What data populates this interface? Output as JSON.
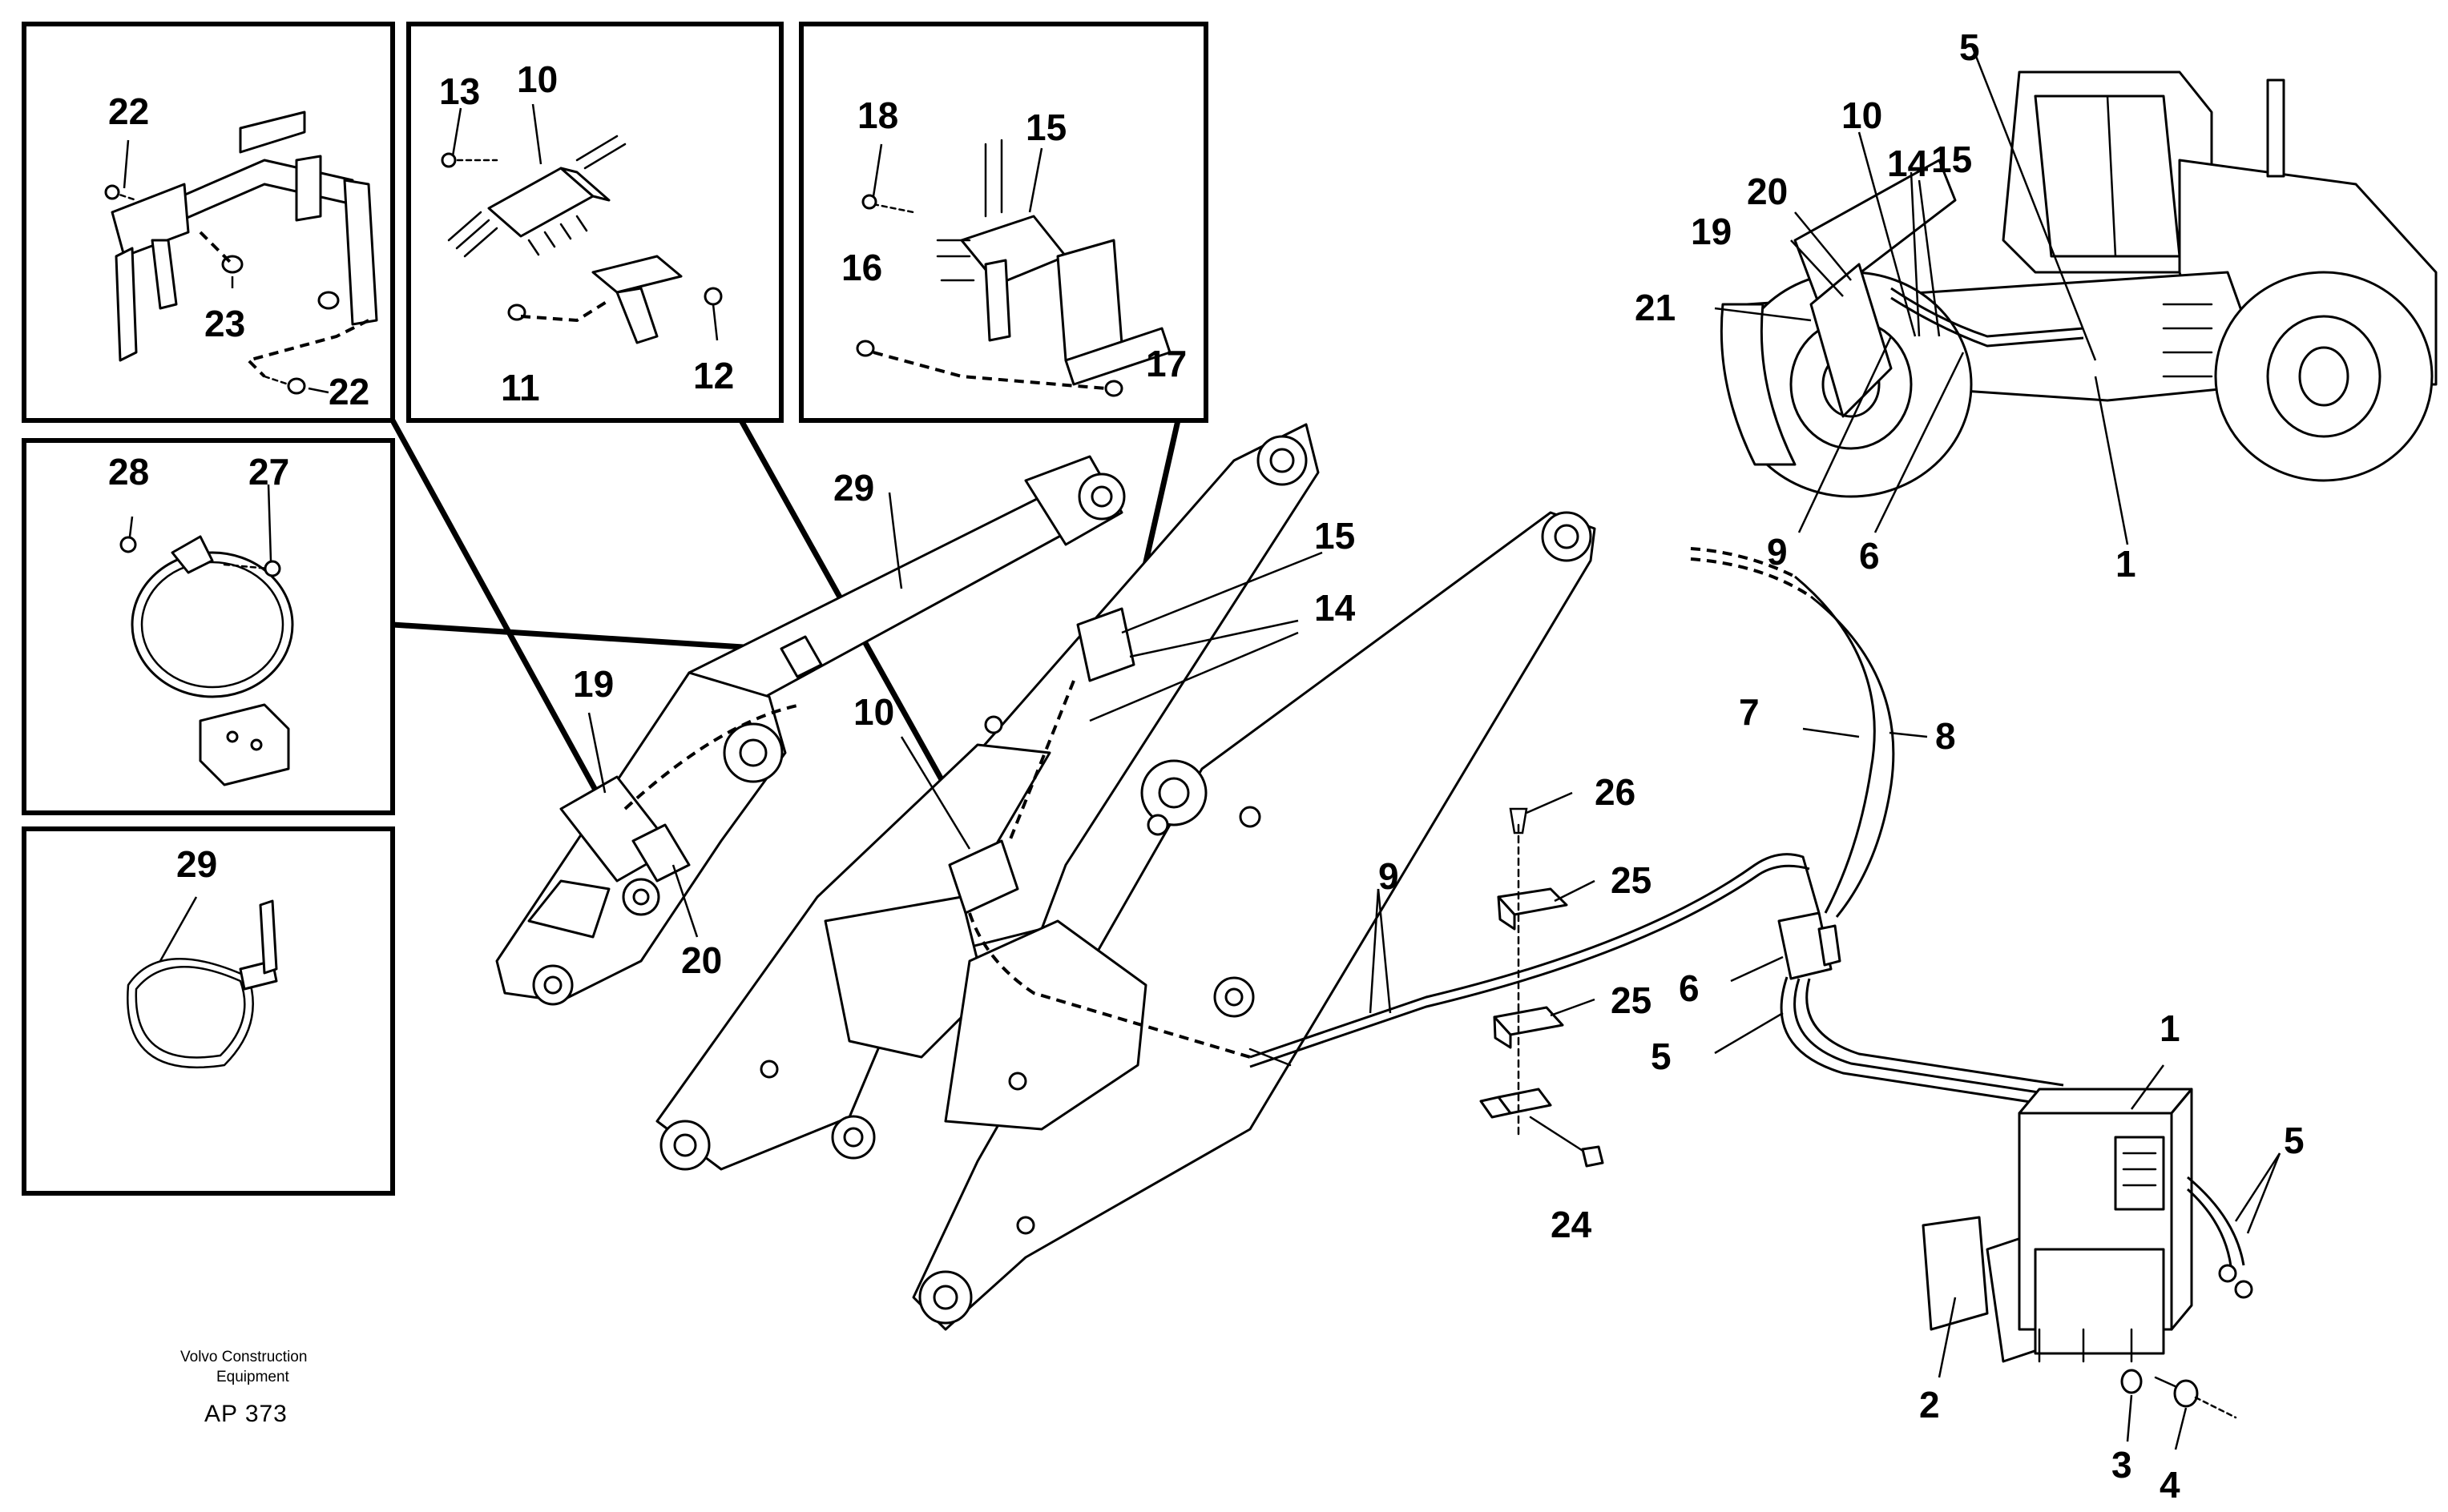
{
  "callouts": {
    "c_22a": "22",
    "c_23": "23",
    "c_22b": "22",
    "c_13": "13",
    "c_10a": "10",
    "c_11": "11",
    "c_12": "12",
    "c_18": "18",
    "c_15a": "15",
    "c_16": "16",
    "c_17": "17",
    "c_28": "28",
    "c_27": "27",
    "c_29a": "29",
    "c_29b": "29",
    "c_19a": "19",
    "c_20a": "20",
    "c_10b": "10",
    "c_15b": "15",
    "c_14a": "14",
    "c_26": "26",
    "c_25a": "25",
    "c_25b": "25",
    "c_24": "24",
    "c_9a": "9",
    "c_7": "7",
    "c_8": "8",
    "c_6a": "6",
    "c_5a": "5",
    "c_1a": "1",
    "c_5b": "5",
    "c_2": "2",
    "c_3": "3",
    "c_4": "4",
    "c_5c": "5",
    "c_10c": "10",
    "c_14b": "14",
    "c_15c": "15",
    "c_20b": "20",
    "c_19b": "19",
    "c_21": "21",
    "c_9b": "9",
    "c_6b": "6",
    "c_1b": "1"
  },
  "footer": {
    "company_line1": "Volvo Construction",
    "company_line2": "Equipment",
    "code": "AP 373"
  },
  "icons": [
    "loader-machine-illustration",
    "boom-arm-illustration",
    "control-unit-illustration"
  ]
}
